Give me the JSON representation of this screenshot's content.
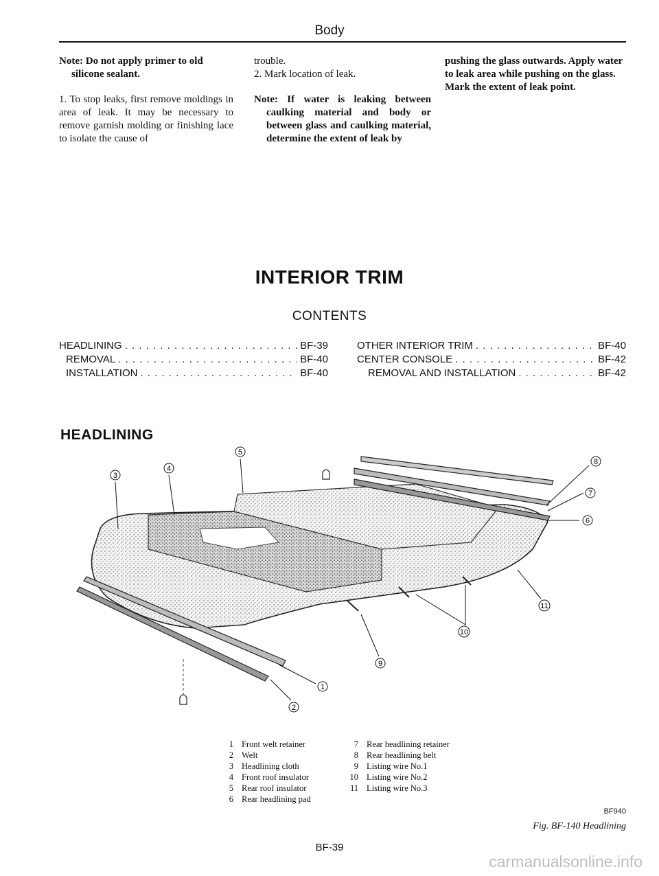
{
  "header": {
    "title": "Body"
  },
  "col1": {
    "note": "Note: Do not apply primer to old silicone sealant.",
    "para": "1. To stop leaks, first remove moldings in area of leak. It may be necessary to remove garnish molding or finishing lace to isolate the cause of"
  },
  "col2": {
    "line1": "trouble.",
    "line2": "2. Mark location of leak.",
    "note": "Note: If water is leaking between caulking material and body or between glass and caulking material, determine the extent of leak by"
  },
  "col3": {
    "text": "pushing the glass outwards. Apply water to leak area while pushing on the glass. Mark the extent of leak point."
  },
  "section": {
    "title": "INTERIOR TRIM",
    "contents": "CONTENTS"
  },
  "toc": {
    "left": [
      {
        "label": "HEADLINING",
        "page": "BF-39"
      },
      {
        "label": "REMOVAL",
        "page": "BF-40"
      },
      {
        "label": "INSTALLATION",
        "page": "BF-40"
      }
    ],
    "right": [
      {
        "label": "OTHER INTERIOR TRIM",
        "page": "BF-40"
      },
      {
        "label": "CENTER CONSOLE",
        "page": "BF-42"
      },
      {
        "label": "REMOVAL AND INSTALLATION",
        "page": "BF-42"
      }
    ]
  },
  "headline": "HEADLINING",
  "callouts": [
    "1",
    "2",
    "3",
    "4",
    "5",
    "6",
    "7",
    "8",
    "9",
    "10",
    "11"
  ],
  "legend": {
    "left": [
      {
        "n": "1",
        "t": "Front welt retainer"
      },
      {
        "n": "2",
        "t": "Welt"
      },
      {
        "n": "3",
        "t": "Headlining cloth"
      },
      {
        "n": "4",
        "t": "Front roof insulator"
      },
      {
        "n": "5",
        "t": "Rear roof insulator"
      },
      {
        "n": "6",
        "t": "Rear headlining pad"
      }
    ],
    "right": [
      {
        "n": "7",
        "t": "Rear headlining retainer"
      },
      {
        "n": "8",
        "t": "Rear headlining belt"
      },
      {
        "n": "9",
        "t": "Listing wire No.1"
      },
      {
        "n": "10",
        "t": "Listing wire No.2"
      },
      {
        "n": "11",
        "t": "Listing wire No.3"
      }
    ]
  },
  "figure": {
    "code": "BF940",
    "caption": "Fig. BF-140 Headlining"
  },
  "page_number": "BF-39",
  "watermark": "carmanualsonline.info"
}
